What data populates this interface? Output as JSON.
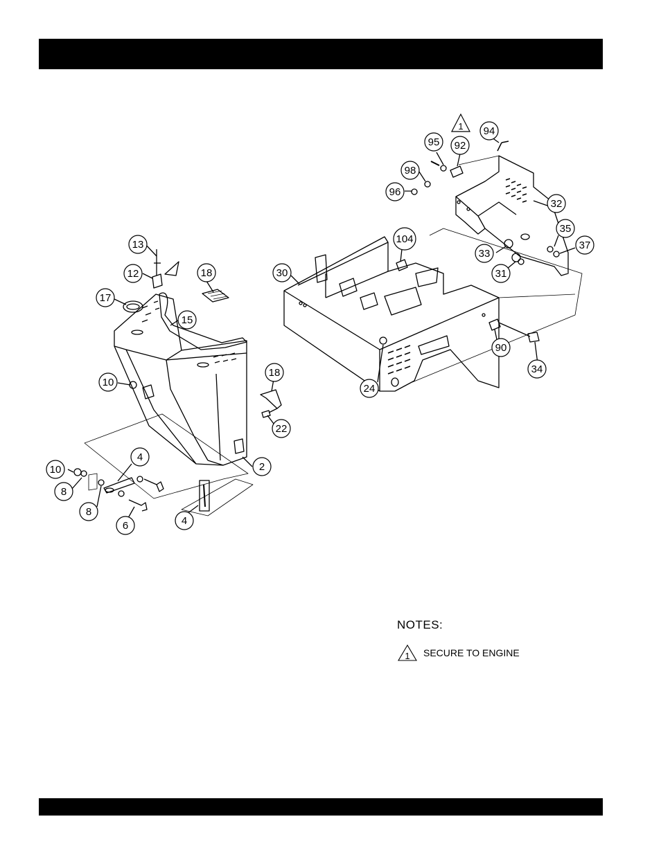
{
  "callouts": [
    {
      "id": "c1",
      "label": "13"
    },
    {
      "id": "c2",
      "label": "12"
    },
    {
      "id": "c3",
      "label": "18"
    },
    {
      "id": "c4",
      "label": "17"
    },
    {
      "id": "c5",
      "label": "15"
    },
    {
      "id": "c6",
      "label": "10"
    },
    {
      "id": "c7",
      "label": "18"
    },
    {
      "id": "c8",
      "label": "22"
    },
    {
      "id": "c9",
      "label": "2"
    },
    {
      "id": "c10",
      "label": "4"
    },
    {
      "id": "c11",
      "label": "10"
    },
    {
      "id": "c12",
      "label": "8"
    },
    {
      "id": "c13",
      "label": "8"
    },
    {
      "id": "c14",
      "label": "6"
    },
    {
      "id": "c15",
      "label": "4"
    },
    {
      "id": "c16",
      "label": "30"
    },
    {
      "id": "c17",
      "label": "104"
    },
    {
      "id": "c18",
      "label": "24"
    },
    {
      "id": "c19",
      "label": "90"
    },
    {
      "id": "c20",
      "label": "34"
    },
    {
      "id": "c21",
      "label": "95"
    },
    {
      "id": "c22",
      "label": "92"
    },
    {
      "id": "c23",
      "label": "94"
    },
    {
      "id": "c24",
      "label": "98"
    },
    {
      "id": "c25",
      "label": "96"
    },
    {
      "id": "c26",
      "label": "32"
    },
    {
      "id": "c27",
      "label": "35"
    },
    {
      "id": "c28",
      "label": "33"
    },
    {
      "id": "c29",
      "label": "37"
    },
    {
      "id": "c30",
      "label": "31"
    }
  ],
  "engine_marker": "1",
  "notes": {
    "title": "NOTES:",
    "items": [
      {
        "marker": "1",
        "text": "SECURE TO ENGINE"
      }
    ]
  }
}
